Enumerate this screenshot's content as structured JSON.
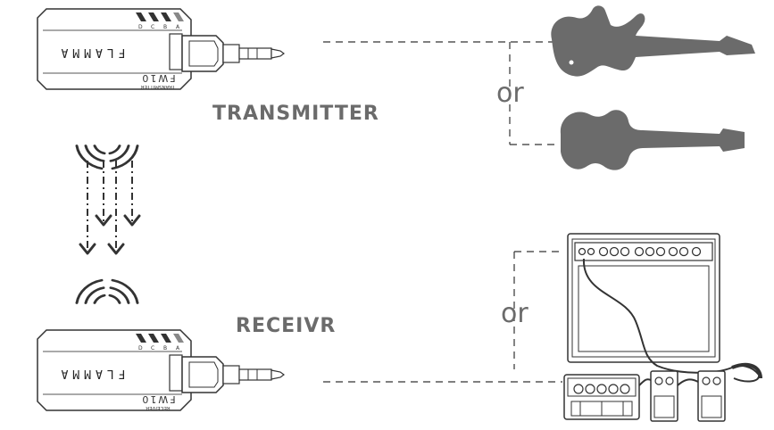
{
  "labels": {
    "transmitter": "TRANSMITTER",
    "receiver": "RECEIVR",
    "or_top": "or",
    "or_bottom": "or"
  },
  "device": {
    "brand": "FLAMMA",
    "model": "FW10",
    "transmitter_caption": "TRANSMITTER",
    "receiver_caption": "RECEIVER",
    "channels": [
      "D",
      "C",
      "B",
      "A"
    ]
  },
  "colors": {
    "silhouette": "#6b6b6b",
    "line": "#333333",
    "label": "#6b6b6b"
  },
  "icons": [
    "wireless-signal-icon",
    "electric-guitar-icon",
    "guitar-amplifier-icon",
    "effects-pedal-icon"
  ]
}
